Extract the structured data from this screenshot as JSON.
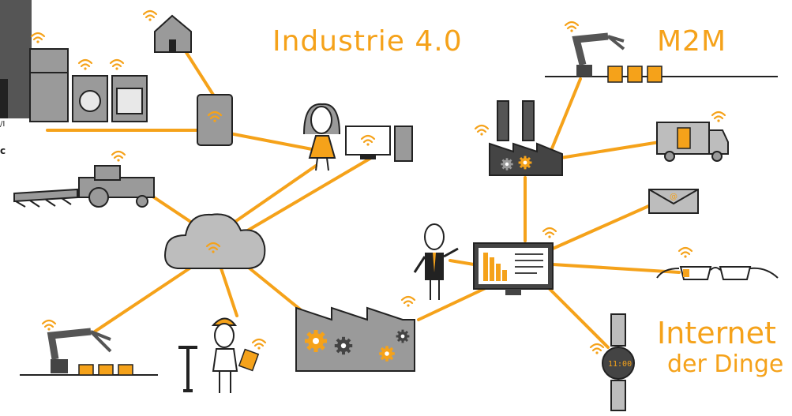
{
  "labels": {
    "industrie": "Industrie 4.0",
    "m2m": "M2M",
    "internet": "Internet",
    "der_dinge": "der Dinge",
    "watch_time": "11:00",
    "mail_symbol": "@",
    "left_edge_1": "/I",
    "left_edge_2": "c"
  },
  "colors": {
    "accent": "#f5a21a",
    "device_grey": "#9a9a9a",
    "dark_grey": "#444444",
    "ink": "#222222"
  }
}
